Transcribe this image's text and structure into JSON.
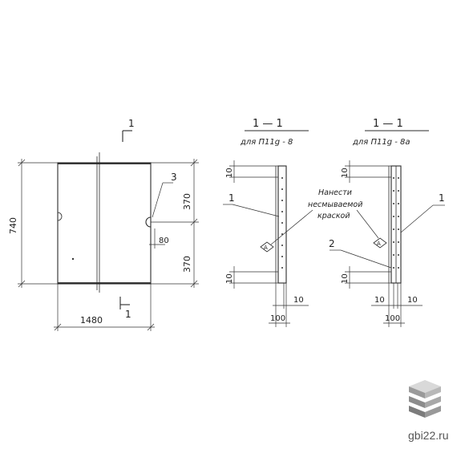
{
  "plan_view": {
    "section_mark": "1",
    "dim_height": "740",
    "dim_width": "1480",
    "dim_upper": "370",
    "dim_lower": "370",
    "dim_small": "80",
    "callout": "3"
  },
  "section_a": {
    "title": "1 — 1",
    "subtitle": "для  П11g - 8",
    "dim_top": "10",
    "dim_bottom": "10",
    "dim_offset": "10",
    "dim_width": "100",
    "callout": "1",
    "marker": "A"
  },
  "section_b": {
    "title": "1 — 1",
    "subtitle": "для  П11g - 8a",
    "dim_top": "10",
    "dim_bottom": "10",
    "dim_offset_left": "10",
    "dim_offset_right": "10",
    "dim_width": "100",
    "callout_1": "1",
    "callout_2": "2",
    "marker": "A"
  },
  "note": {
    "line1": "Нанести",
    "line2": "несмываемой",
    "line3": "краской"
  },
  "watermark": {
    "text": "gbi22.ru"
  }
}
